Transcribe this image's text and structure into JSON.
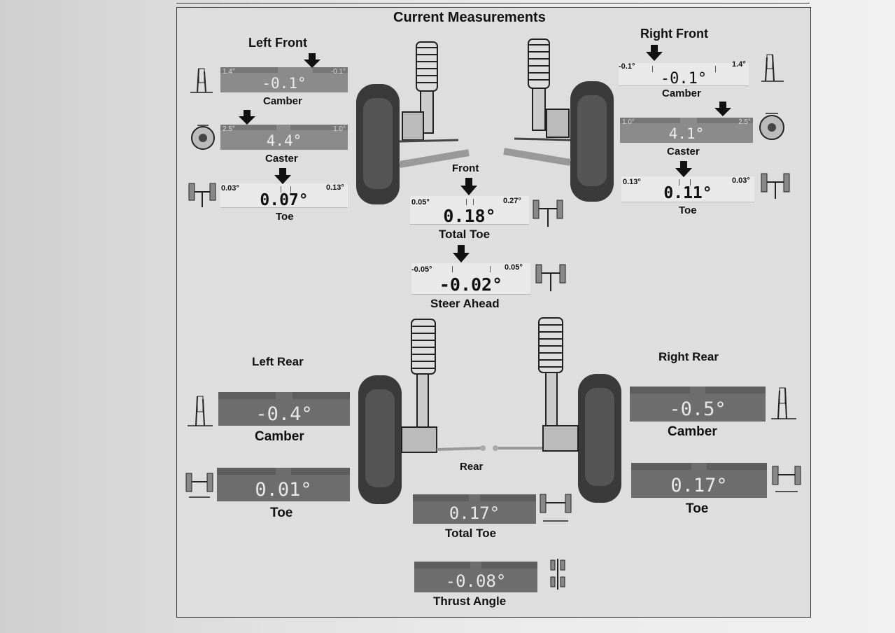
{
  "title": "Current Measurements",
  "sections": {
    "left_front": "Left Front",
    "right_front": "Right Front",
    "left_rear": "Left Rear",
    "right_rear": "Right Rear",
    "front": "Front",
    "rear": "Rear"
  },
  "left_front": {
    "camber": {
      "label": "Camber",
      "value": "-0.1°",
      "min": "1.4°",
      "max": "-0.1°"
    },
    "caster": {
      "label": "Caster",
      "value": "4.4°",
      "min": "2.5°",
      "max": "1.0°"
    },
    "toe": {
      "label": "Toe",
      "value": "0.07°",
      "min": "0.03°",
      "max": "0.13°"
    }
  },
  "right_front": {
    "camber": {
      "label": "Camber",
      "value": "-0.1°",
      "min": "-0.1°",
      "max": "1.4°"
    },
    "caster": {
      "label": "Caster",
      "value": "4.1°",
      "min": "1.0°",
      "max": "2.5°"
    },
    "toe": {
      "label": "Toe",
      "value": "0.11°",
      "min": "0.13°",
      "max": "0.03°"
    }
  },
  "front_total_toe": {
    "label": "Total Toe",
    "value": "0.18°",
    "min": "0.05°",
    "max": "0.27°"
  },
  "steer_ahead": {
    "label": "Steer Ahead",
    "value": "-0.02°",
    "min": "-0.05°",
    "max": "0.05°"
  },
  "left_rear": {
    "camber": {
      "label": "Camber",
      "value": "-0.4°"
    },
    "toe": {
      "label": "Toe",
      "value": "0.01°"
    }
  },
  "right_rear": {
    "camber": {
      "label": "Camber",
      "value": "-0.5°"
    },
    "toe": {
      "label": "Toe",
      "value": "0.17°"
    }
  },
  "rear_total_toe": {
    "label": "Total Toe",
    "value": "0.17°"
  },
  "thrust_angle": {
    "label": "Thrust Angle",
    "value": "-0.08°"
  }
}
